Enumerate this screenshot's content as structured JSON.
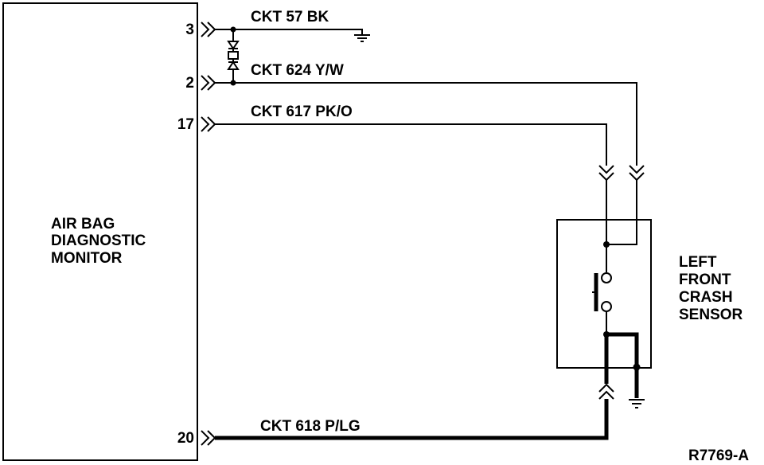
{
  "module": {
    "lines": [
      "AIR BAG",
      "DIAGNOSTIC",
      "MONITOR"
    ]
  },
  "pins": [
    "3",
    "2",
    "17",
    "20"
  ],
  "circuits": {
    "ckt57": "CKT 57 BK",
    "ckt624": "CKT  624 Y/W",
    "ckt617": "CKT 617 PK/O",
    "ckt618": "CKT 618 P/LG"
  },
  "sensor": {
    "lines": [
      "LEFT",
      "FRONT",
      "CRASH",
      "SENSOR"
    ]
  },
  "figure_id": "R7769-A"
}
